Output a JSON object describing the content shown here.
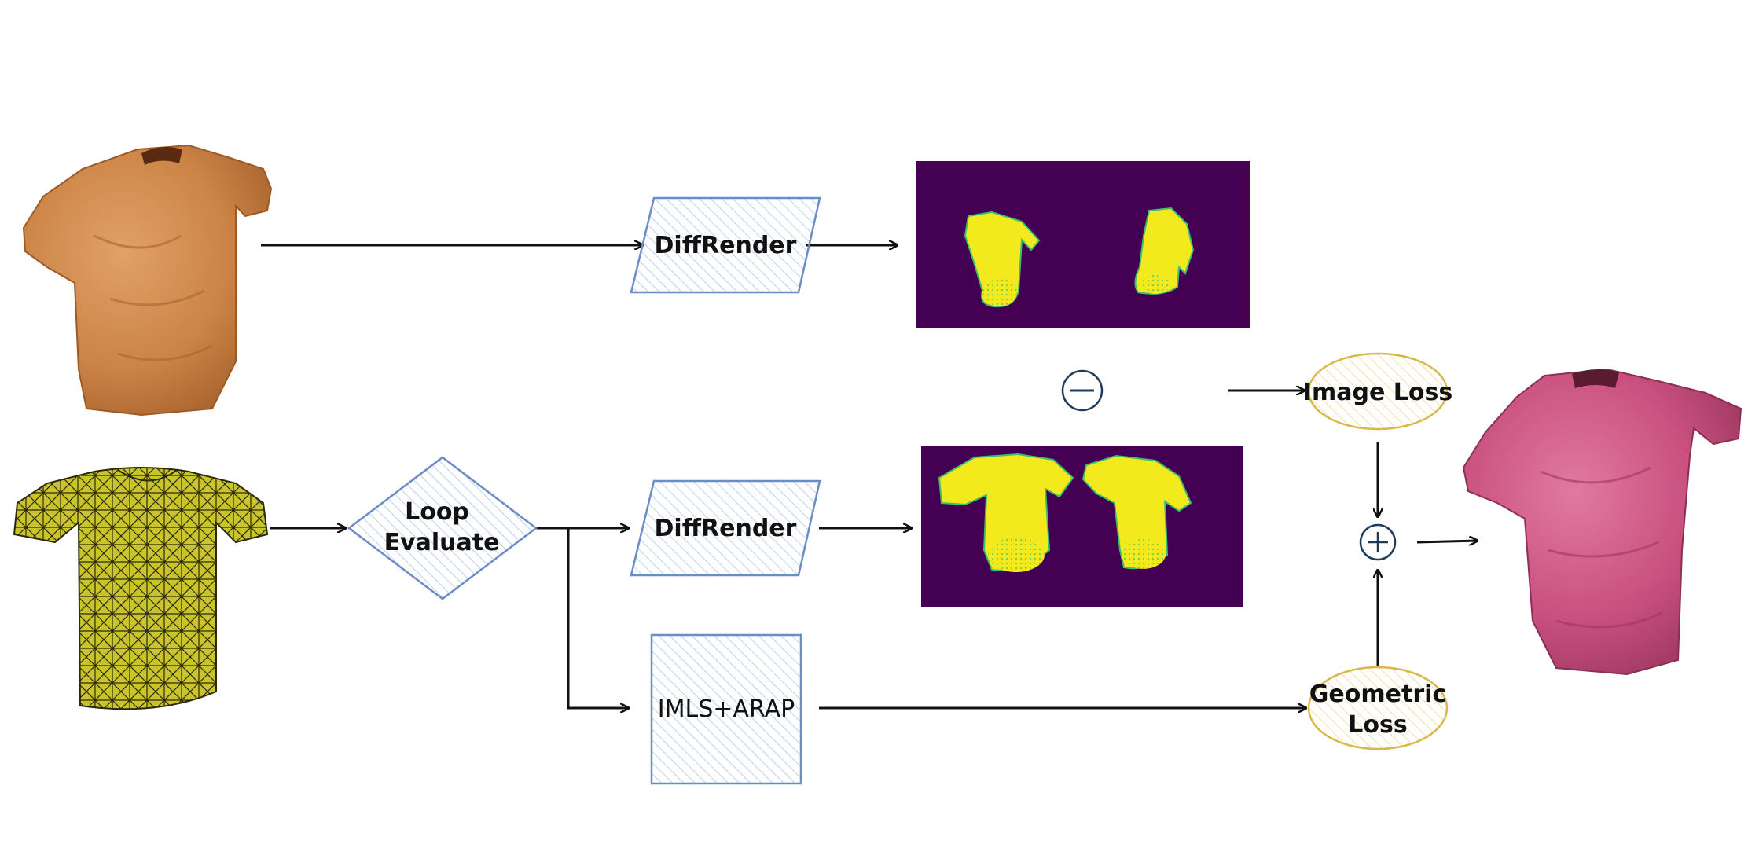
{
  "nodes": {
    "diffrender_top": "DiffRender",
    "diffrender_bottom": "DiffRender",
    "loop_evaluate": [
      "Loop",
      "Evaluate"
    ],
    "imls_arap": "IMLS+ARAP",
    "image_loss": "Image Loss",
    "geometric_loss": [
      "Geometric",
      "Loss"
    ]
  },
  "operators": {
    "minus": "minus-circle-icon",
    "plus": "plus-circle-icon"
  },
  "colors": {
    "box_stroke": "#6a8cc7",
    "box_hatch": "#b9cdea",
    "loss_stroke": "#d9b84a",
    "loss_hatch": "#f0dc9c",
    "render_bg": "#440154",
    "render_mask": "#f2ea1c",
    "render_edge": "#3fbf6e",
    "target_shirt": "#c87b3c",
    "template_mesh": "#c8c42a",
    "result_shirt": "#c94f7e",
    "operator_stroke": "#1f3b5a"
  }
}
